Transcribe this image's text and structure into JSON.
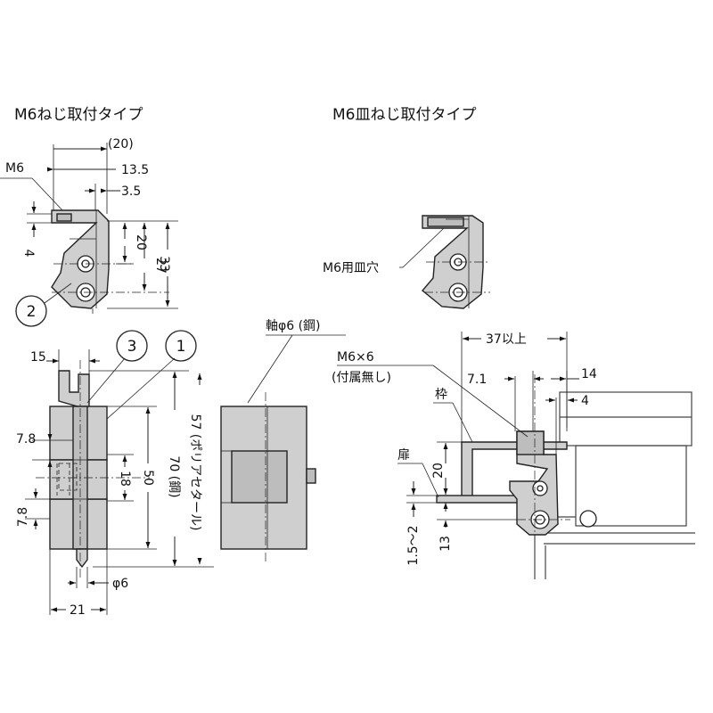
{
  "titles": {
    "left": "M6ねじ取付タイプ",
    "right": "M6皿ねじ取付タイプ"
  },
  "left_view": {
    "thread_label": "M6",
    "dim_20": "(20)",
    "dim_13_5": "13.5",
    "dim_3_5": "3.5",
    "dim_4": "4",
    "dim_20b": "20",
    "dim_27": "27",
    "dim_33": "33",
    "callout_2": "2"
  },
  "right_view": {
    "countersink_label": "M6用皿穴"
  },
  "front_view": {
    "dim_15": "15",
    "callout_3": "3",
    "callout_1": "1",
    "dim_7_8a": "7.8",
    "dim_7_8b": "7.8",
    "dim_18": "18",
    "dim_50": "50",
    "dim_70": "70 (鋼)",
    "dim_57": "57 (ポリアセタール)",
    "dim_phi6": "φ6",
    "dim_21": "21"
  },
  "side_view": {
    "shaft_label": "軸φ6 (鋼)"
  },
  "install_view": {
    "dim_37": "37以上",
    "screw_label": "M6×6",
    "screw_note": "(付属無し)",
    "dim_7_1": "7.1",
    "dim_14": "14",
    "dim_4": "4",
    "frame_label": "枠",
    "door_label": "扉",
    "dim_20": "20",
    "dim_1_5_2": "1.5～2",
    "dim_13": "13"
  }
}
